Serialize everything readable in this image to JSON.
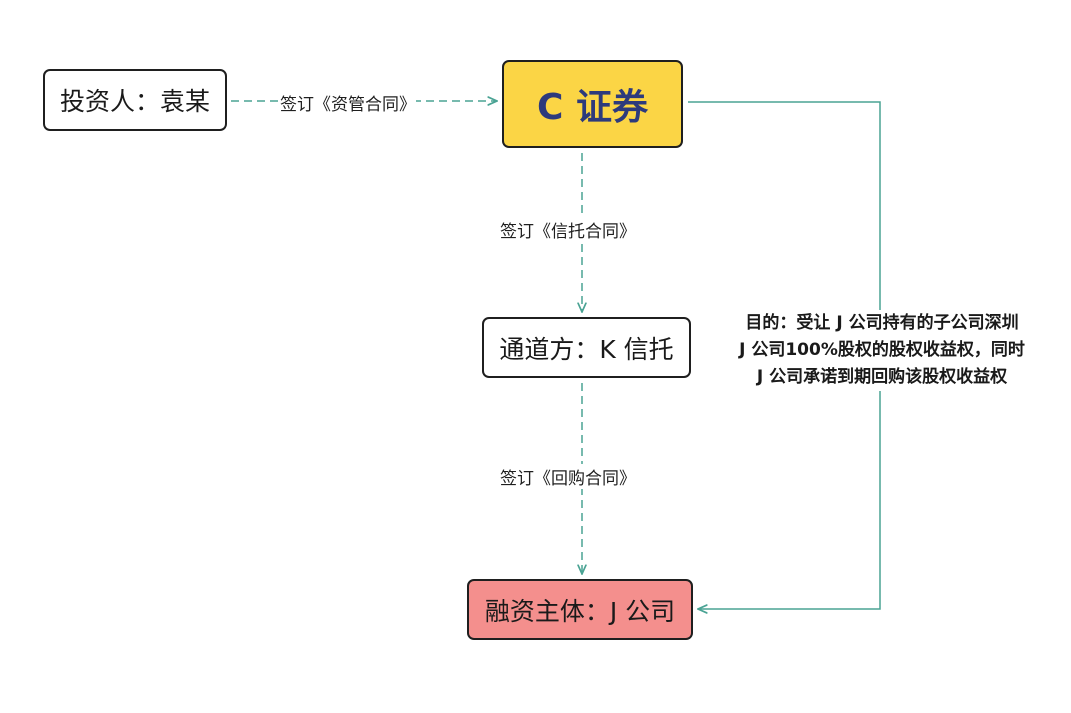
{
  "nodes": {
    "investor": "投资人：袁某",
    "securities": "C 证券",
    "trust": "通道方：K 信托",
    "financier": "融资主体：J 公司"
  },
  "edges": {
    "asset_management_contract": "签订《资管合同》",
    "trust_contract": "签订《信托合同》",
    "repurchase_contract": "签订《回购合同》"
  },
  "purpose_note": {
    "line1": "目的：受让 J 公司持有的子公司深圳",
    "line2": "J 公司100%股权的股权收益权，同时",
    "line3": "J 公司承诺到期回购该股权收益权"
  },
  "colors": {
    "securities_fill": "#fbd545",
    "securities_text": "#2d3a7c",
    "financier_fill": "#f48f8d",
    "connector": "#4aa394"
  }
}
